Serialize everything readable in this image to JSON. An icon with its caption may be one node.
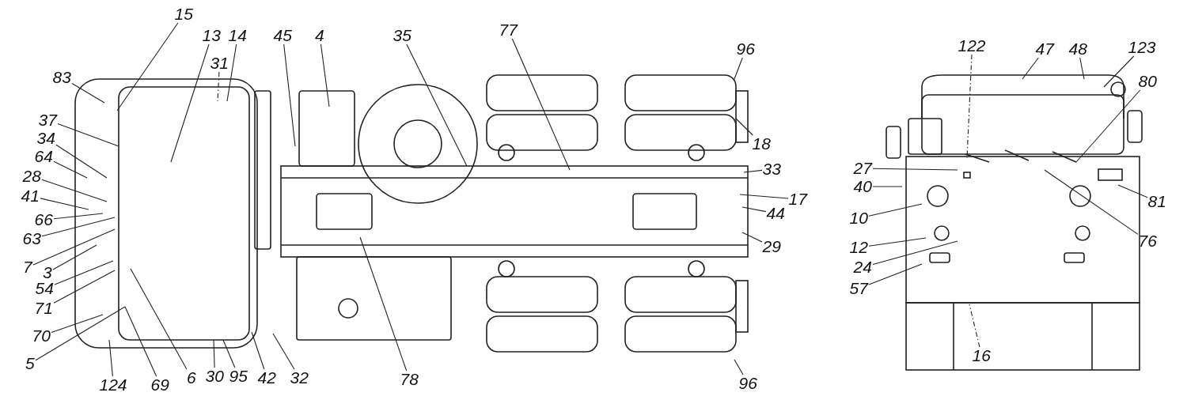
{
  "diagram": {
    "nodes": [
      {
        "text": [
          "15"
        ]
      },
      {
        "text": [
          "13"
        ]
      },
      {
        "text": [
          "31"
        ]
      },
      {
        "text": [
          "14"
        ]
      },
      {
        "text": [
          "45"
        ]
      },
      {
        "text": [
          "4"
        ]
      },
      {
        "text": [
          "35"
        ]
      },
      {
        "text": [
          "77"
        ]
      },
      {
        "text": [
          "96"
        ]
      },
      {
        "text": [
          "83"
        ]
      },
      {
        "text": [
          "37"
        ]
      },
      {
        "text": [
          "34"
        ]
      },
      {
        "text": [
          "64"
        ]
      },
      {
        "text": [
          "28"
        ]
      },
      {
        "text": [
          "41"
        ]
      },
      {
        "text": [
          "66"
        ]
      },
      {
        "text": [
          "63"
        ]
      },
      {
        "text": [
          "7"
        ]
      },
      {
        "text": [
          "3"
        ]
      },
      {
        "text": [
          "54"
        ]
      },
      {
        "text": [
          "71"
        ]
      },
      {
        "text": [
          "70"
        ]
      },
      {
        "text": [
          "5"
        ]
      },
      {
        "text": [
          "124"
        ]
      },
      {
        "text": [
          "69"
        ]
      },
      {
        "text": [
          "6"
        ]
      },
      {
        "text": [
          "30"
        ]
      },
      {
        "text": [
          "95"
        ]
      },
      {
        "text": [
          "42"
        ]
      },
      {
        "text": [
          "32"
        ]
      },
      {
        "text": [
          "78"
        ]
      },
      {
        "text": [
          "18"
        ]
      },
      {
        "text": [
          "33"
        ]
      },
      {
        "text": [
          "17"
        ]
      },
      {
        "text": [
          "44"
        ]
      },
      {
        "text": [
          "29"
        ]
      },
      {
        "text": [
          "96"
        ]
      },
      {
        "text": [
          "122"
        ]
      },
      {
        "text": [
          "47"
        ]
      },
      {
        "text": [
          "48"
        ]
      },
      {
        "text": [
          "123"
        ]
      },
      {
        "text": [
          "80"
        ]
      },
      {
        "text": [
          "27"
        ]
      },
      {
        "text": [
          "40"
        ]
      },
      {
        "text": [
          "10"
        ]
      },
      {
        "text": [
          "81"
        ]
      },
      {
        "text": [
          "76"
        ]
      },
      {
        "text": [
          "12"
        ]
      },
      {
        "text": [
          "24"
        ]
      },
      {
        "text": [
          "57"
        ]
      },
      {
        "text": [
          "16"
        ]
      }
    ],
    "edges": [
      {
        "from": 0,
        "to": null,
        "arrow": "none"
      },
      {
        "from": 1,
        "to": null,
        "arrow": "none"
      },
      {
        "from": 2,
        "to": null,
        "arrow": "none",
        "style": "dashed"
      },
      {
        "from": 3,
        "to": null,
        "arrow": "none"
      },
      {
        "from": 4,
        "to": null,
        "arrow": "none"
      },
      {
        "from": 5,
        "to": null,
        "arrow": "none"
      },
      {
        "from": 6,
        "to": null,
        "arrow": "none"
      },
      {
        "from": 7,
        "to": null,
        "arrow": "none"
      },
      {
        "from": 8,
        "to": null,
        "arrow": "none"
      },
      {
        "from": 9,
        "to": null,
        "arrow": "none"
      },
      {
        "from": 10,
        "to": null,
        "arrow": "none"
      },
      {
        "from": 11,
        "to": null,
        "arrow": "none"
      },
      {
        "from": 12,
        "to": null,
        "arrow": "none"
      },
      {
        "from": 13,
        "to": null,
        "arrow": "none"
      },
      {
        "from": 14,
        "to": null,
        "arrow": "none"
      },
      {
        "from": 15,
        "to": null,
        "arrow": "none"
      },
      {
        "from": 16,
        "to": null,
        "arrow": "none"
      },
      {
        "from": 17,
        "to": null,
        "arrow": "none"
      },
      {
        "from": 18,
        "to": null,
        "arrow": "none"
      },
      {
        "from": 19,
        "to": null,
        "arrow": "none"
      },
      {
        "from": 20,
        "to": null,
        "arrow": "none"
      },
      {
        "from": 21,
        "to": null,
        "arrow": "none"
      },
      {
        "from": 22,
        "to": null,
        "arrow": "none"
      },
      {
        "from": 23,
        "to": null,
        "arrow": "none"
      },
      {
        "from": 24,
        "to": null,
        "arrow": "none"
      },
      {
        "from": 25,
        "to": null,
        "arrow": "none"
      },
      {
        "from": 26,
        "to": null,
        "arrow": "none"
      },
      {
        "from": 27,
        "to": null,
        "arrow": "none"
      },
      {
        "from": 28,
        "to": null,
        "arrow": "none"
      },
      {
        "from": 29,
        "to": null,
        "arrow": "none"
      },
      {
        "from": 30,
        "to": null,
        "arrow": "none"
      },
      {
        "from": 31,
        "to": null,
        "arrow": "none"
      },
      {
        "from": 32,
        "to": null,
        "arrow": "none"
      },
      {
        "from": 33,
        "to": null,
        "arrow": "none"
      },
      {
        "from": 34,
        "to": null,
        "arrow": "none"
      },
      {
        "from": 35,
        "to": null,
        "arrow": "none"
      },
      {
        "from": 36,
        "to": null,
        "arrow": "none"
      },
      {
        "from": 37,
        "to": null,
        "arrow": "none",
        "style": "dashed"
      },
      {
        "from": 38,
        "to": null,
        "arrow": "none"
      },
      {
        "from": 39,
        "to": null,
        "arrow": "none"
      },
      {
        "from": 40,
        "to": null,
        "arrow": "none"
      },
      {
        "from": 41,
        "to": null,
        "arrow": "none"
      },
      {
        "from": 42,
        "to": null,
        "arrow": "none"
      },
      {
        "from": 43,
        "to": null,
        "arrow": "none"
      },
      {
        "from": 44,
        "to": null,
        "arrow": "none"
      },
      {
        "from": 45,
        "to": null,
        "arrow": "none"
      },
      {
        "from": 46,
        "to": null,
        "arrow": "none"
      },
      {
        "from": 47,
        "to": null,
        "arrow": "none"
      },
      {
        "from": 48,
        "to": null,
        "arrow": "none"
      },
      {
        "from": 49,
        "to": null,
        "arrow": "none"
      },
      {
        "from": 50,
        "to": null,
        "arrow": "none",
        "style": "dashed"
      }
    ]
  }
}
